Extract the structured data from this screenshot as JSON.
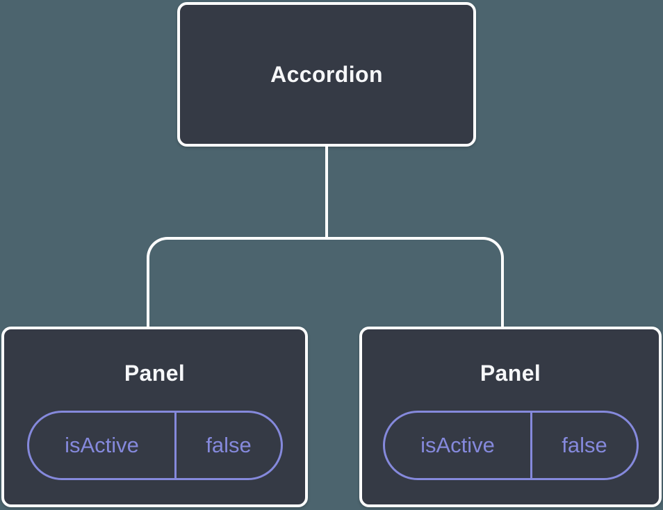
{
  "colors": {
    "background": "#4c646e",
    "node_fill": "#353a45",
    "node_border": "#ffffff",
    "node_text": "#f6f7f9",
    "connector": "#ffffff",
    "state_accent": "#8589dc"
  },
  "tree": {
    "root": {
      "label": "Accordion"
    },
    "children": [
      {
        "label": "Panel",
        "state": {
          "name": "isActive",
          "value": "false"
        }
      },
      {
        "label": "Panel",
        "state": {
          "name": "isActive",
          "value": "false"
        }
      }
    ]
  }
}
